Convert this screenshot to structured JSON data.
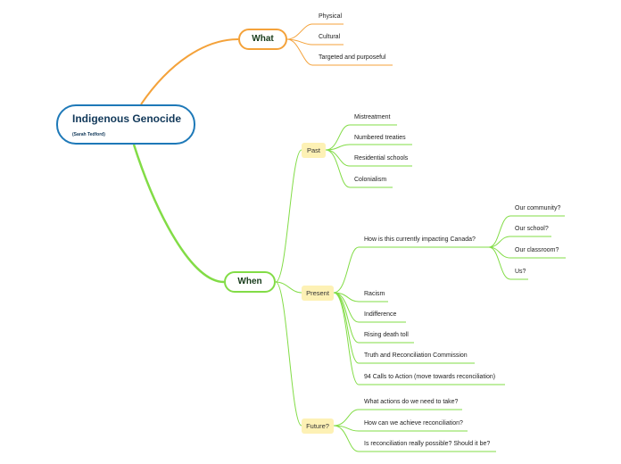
{
  "root": {
    "title": "Indigenous Genocide",
    "subtitle": "(Sarah Tedford)"
  },
  "colors": {
    "root_border": "#1e79b8",
    "what_branch": "#f4a23a",
    "when_branch": "#82dc46",
    "sub_fill": "#fdf1b5"
  },
  "what": {
    "label": "What",
    "items": [
      "Physical",
      "Cultural",
      "Targeted and purposeful"
    ]
  },
  "when": {
    "label": "When",
    "past": {
      "label": "Past",
      "items": [
        "Mistreatment",
        "Numbered treaties",
        "Residential schools",
        "Colonialism"
      ]
    },
    "present": {
      "label": "Present",
      "question": "How is this currently impacting Canada?",
      "question_items": [
        "Our community?",
        "Our school?",
        "Our classroom?",
        "Us?"
      ],
      "items": [
        "Racism",
        "Indifference",
        "Rising death toll",
        "Truth and Reconciliation Commission",
        "94 Calls to Action (move towards reconciliation)"
      ]
    },
    "future": {
      "label": "Future?",
      "items": [
        "What actions do we need to take?",
        "How can we achieve reconciliation?",
        "Is reconciliation really possible? Should it be?"
      ]
    }
  }
}
